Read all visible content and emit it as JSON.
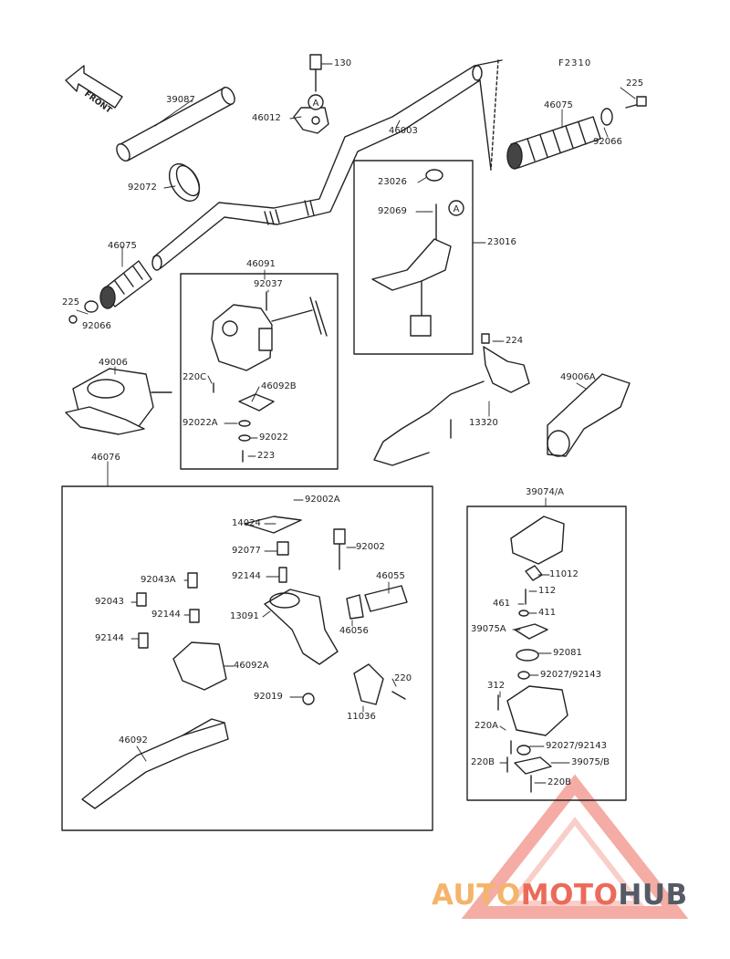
{
  "diagram": {
    "code": "F2310",
    "front_arrow": "FRONT",
    "parts": {
      "p130": "130",
      "p39087": "39087",
      "p46012": "46012",
      "p46003": "46003",
      "p225_r": "225",
      "p46075_r": "46075",
      "p92066_r": "92066",
      "p92072": "92072",
      "p23026": "23026",
      "p92069": "92069",
      "p23016": "23016",
      "p46075_l": "46075",
      "p225_l": "225",
      "p92066_l": "92066",
      "p46091": "46091",
      "p92037": "92037",
      "p220C": "220C",
      "p46092B": "46092B",
      "p92022A": "92022A",
      "p92022": "92022",
      "p223": "223",
      "p224": "224",
      "p13320": "13320",
      "p49006": "49006",
      "p49006A": "49006A",
      "p46076": "46076",
      "p92002A": "92002A",
      "p14024": "14024",
      "p92077": "92077",
      "p92002": "92002",
      "p92144_a": "92144",
      "p92043A": "92043A",
      "p46055": "46055",
      "p92043": "92043",
      "p92144_b": "92144",
      "p13091": "13091",
      "p46056": "46056",
      "p92144_c": "92144",
      "p46092A": "46092A",
      "p220": "220",
      "p92019": "92019",
      "p11036": "11036",
      "p46092": "46092",
      "p39074A": "39074/A",
      "p11012": "11012",
      "p112": "112",
      "p461": "461",
      "p411": "411",
      "p39075A": "39075A",
      "p92081": "92081",
      "p92027_92143_a": "92027/92143",
      "p312": "312",
      "p220A": "220A",
      "p92027_92143_b": "92027/92143",
      "p39075B": "39075/B",
      "p220B_l": "220B",
      "p220B_r": "220B"
    },
    "callout_marker": "A"
  },
  "watermark": {
    "part1": "AUTO",
    "part2": "MOTO",
    "part3": "HUB"
  }
}
